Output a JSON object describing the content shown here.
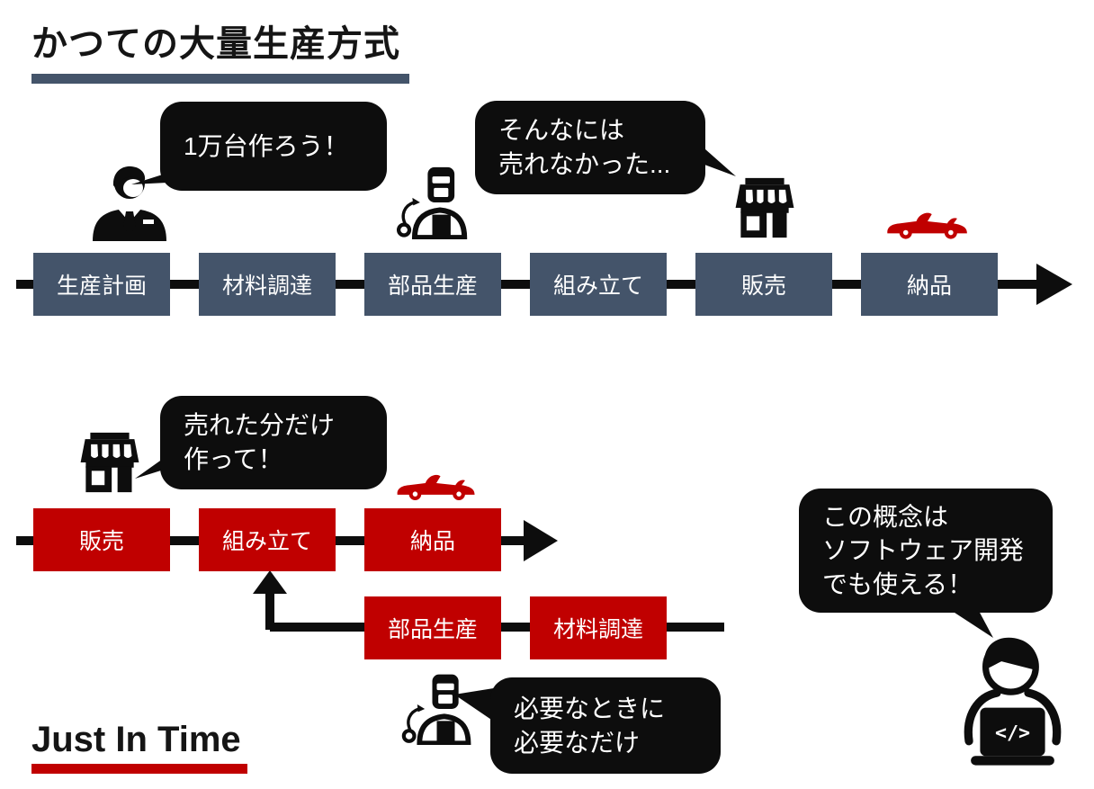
{
  "colors": {
    "slate": "#44546A",
    "red": "#C00000",
    "black": "#0D0D0D"
  },
  "top": {
    "title": "かつての大量生産方式",
    "bubble_plan": {
      "line1": "1万台作ろう！"
    },
    "bubble_unsold": {
      "line1": "そんなには",
      "line2": "売れなかった..."
    },
    "flow": [
      "生産計画",
      "材料調達",
      "部品生産",
      "組み立て",
      "販売",
      "納品"
    ]
  },
  "jit": {
    "title": "Just In Time",
    "bubble_sold": {
      "line1": "売れた分だけ",
      "line2": "作って！"
    },
    "bubble_need": {
      "line1": "必要なときに",
      "line2": "必要なだけ"
    },
    "bubble_concept": {
      "line1": "この概念は",
      "line2": "ソフトウェア開発",
      "line3": "でも使える！"
    },
    "main_flow": [
      "販売",
      "組み立て",
      "納品"
    ],
    "supply_flow": [
      "部品生産",
      "材料調達"
    ],
    "laptop_code": "</>"
  }
}
